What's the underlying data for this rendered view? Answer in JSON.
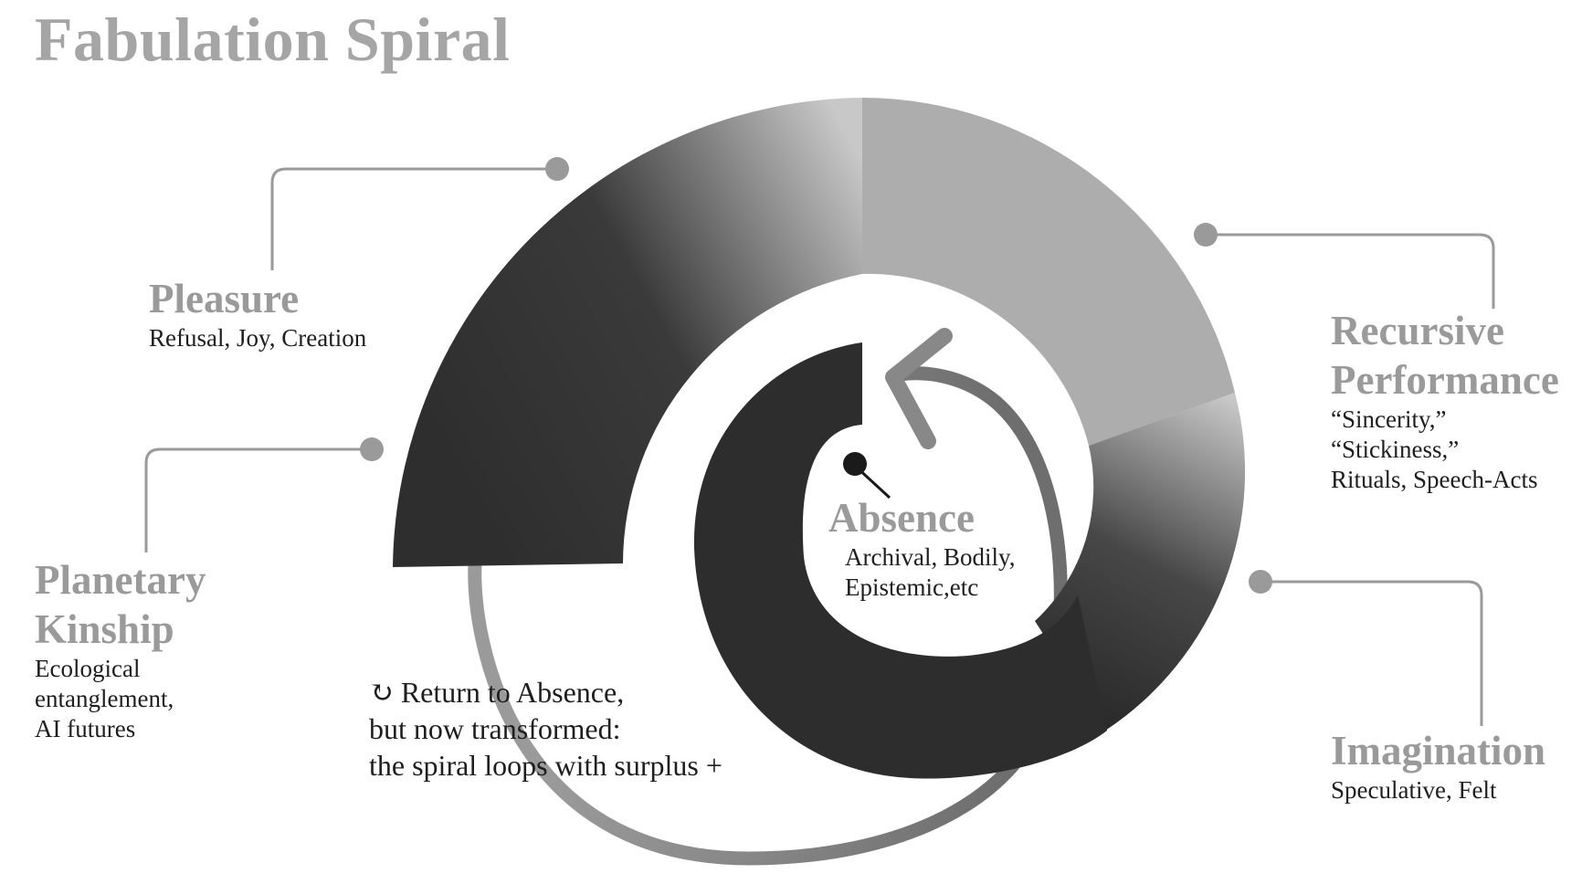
{
  "title": "Fabulation Spiral",
  "stages": {
    "absence": {
      "title": "Absence",
      "line1": "Archival, Bodily,",
      "line2": "Epistemic,etc"
    },
    "recursive_performance": {
      "title_line1": "Recursive",
      "title_line2": "Performance",
      "line1": "“Sincerity,”",
      "line2": "“Stickiness,”",
      "line3": "Rituals, Speech-Acts"
    },
    "imagination": {
      "title": "Imagination",
      "line1": "Speculative, Felt"
    },
    "pleasure": {
      "title": "Pleasure",
      "line1": "Refusal, Joy, Creation"
    },
    "planetary_kinship": {
      "title_line1": "Planetary",
      "title_line2": "Kinship",
      "line1": "Ecological",
      "line2": "entanglement,",
      "line3": "AI futures"
    }
  },
  "return_note": {
    "line1": "↻ Return to Absence,",
    "line2": "but now transformed:",
    "line3": "the spiral loops with surplus +"
  },
  "colors": {
    "heading": "#9a9a9a",
    "body_text": "#1e1e1e",
    "dark_segment": "#2d2d2d",
    "light_segment": "#adadad",
    "arrow": "#888888",
    "connector": "#9a9a9a"
  }
}
